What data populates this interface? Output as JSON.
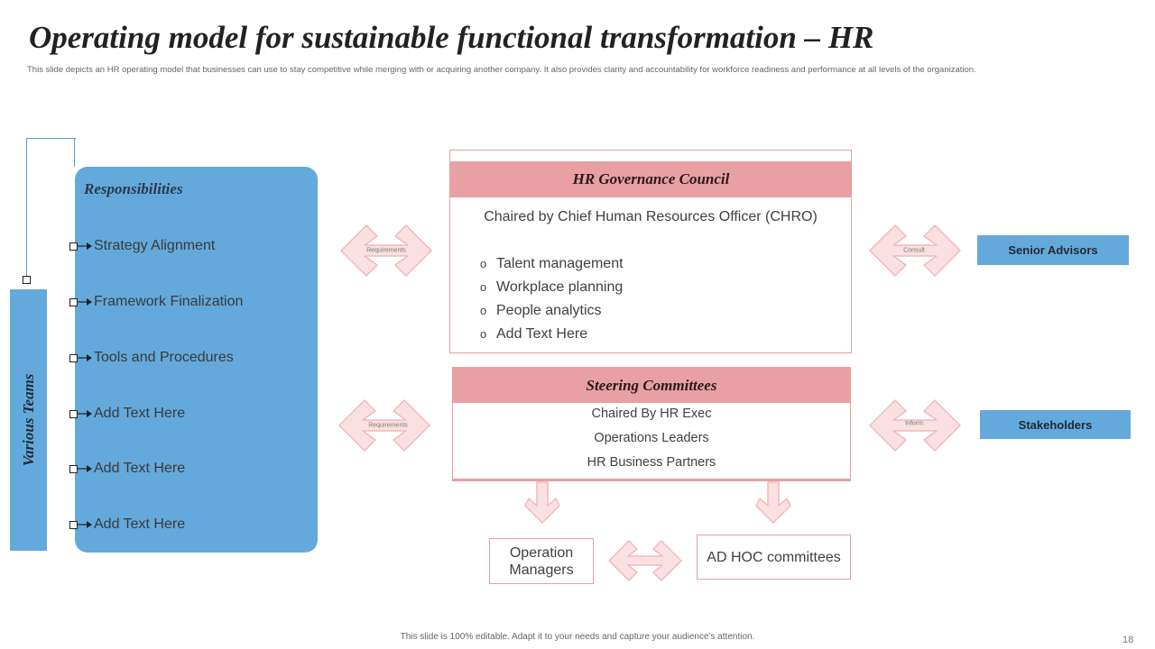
{
  "header": {
    "title": "Operating model for sustainable functional transformation – HR",
    "subtitle": "This slide depicts an HR operating model that businesses can use to stay competitive while merging with or acquiring another company. It also provides clarity and accountability for workforce readiness and performance at all levels of the organization."
  },
  "left": {
    "various_teams": "Various Teams",
    "responsibilities_title": "Responsibilities",
    "items": [
      "Strategy Alignment",
      "Framework Finalization",
      "Tools and Procedures",
      "Add Text Here",
      "Add Text Here",
      "Add Text Here"
    ]
  },
  "arrows": {
    "requirements_top": "Requirements",
    "requirements_bottom": "Requirements",
    "consult": "Consult",
    "inform": "Inform"
  },
  "governance": {
    "title": "HR Governance Council",
    "chair": "Chaired by Chief Human Resources Officer (CHRO)",
    "bullet_symbol": "o",
    "items": [
      "Talent management",
      "Workplace planning",
      "People analytics",
      "Add Text Here"
    ]
  },
  "steering": {
    "title": "Steering Committees",
    "items": [
      "Chaired By HR Exec",
      "Operations Leaders",
      "HR Business Partners"
    ]
  },
  "right": {
    "senior_advisors": "Senior Advisors",
    "stakeholders": "Stakeholders"
  },
  "bottom": {
    "operation_managers": "Operation Managers",
    "ad_hoc": "AD HOC committees"
  },
  "footer": {
    "note": "This slide is 100% editable. Adapt it to your needs and capture your audience's attention.",
    "page_number": "18"
  },
  "colors": {
    "blue": "#64a9db",
    "pink": "#e8a0a2",
    "arrow_fill": "#fbe0e1",
    "arrow_stroke": "#f1b9bb"
  }
}
